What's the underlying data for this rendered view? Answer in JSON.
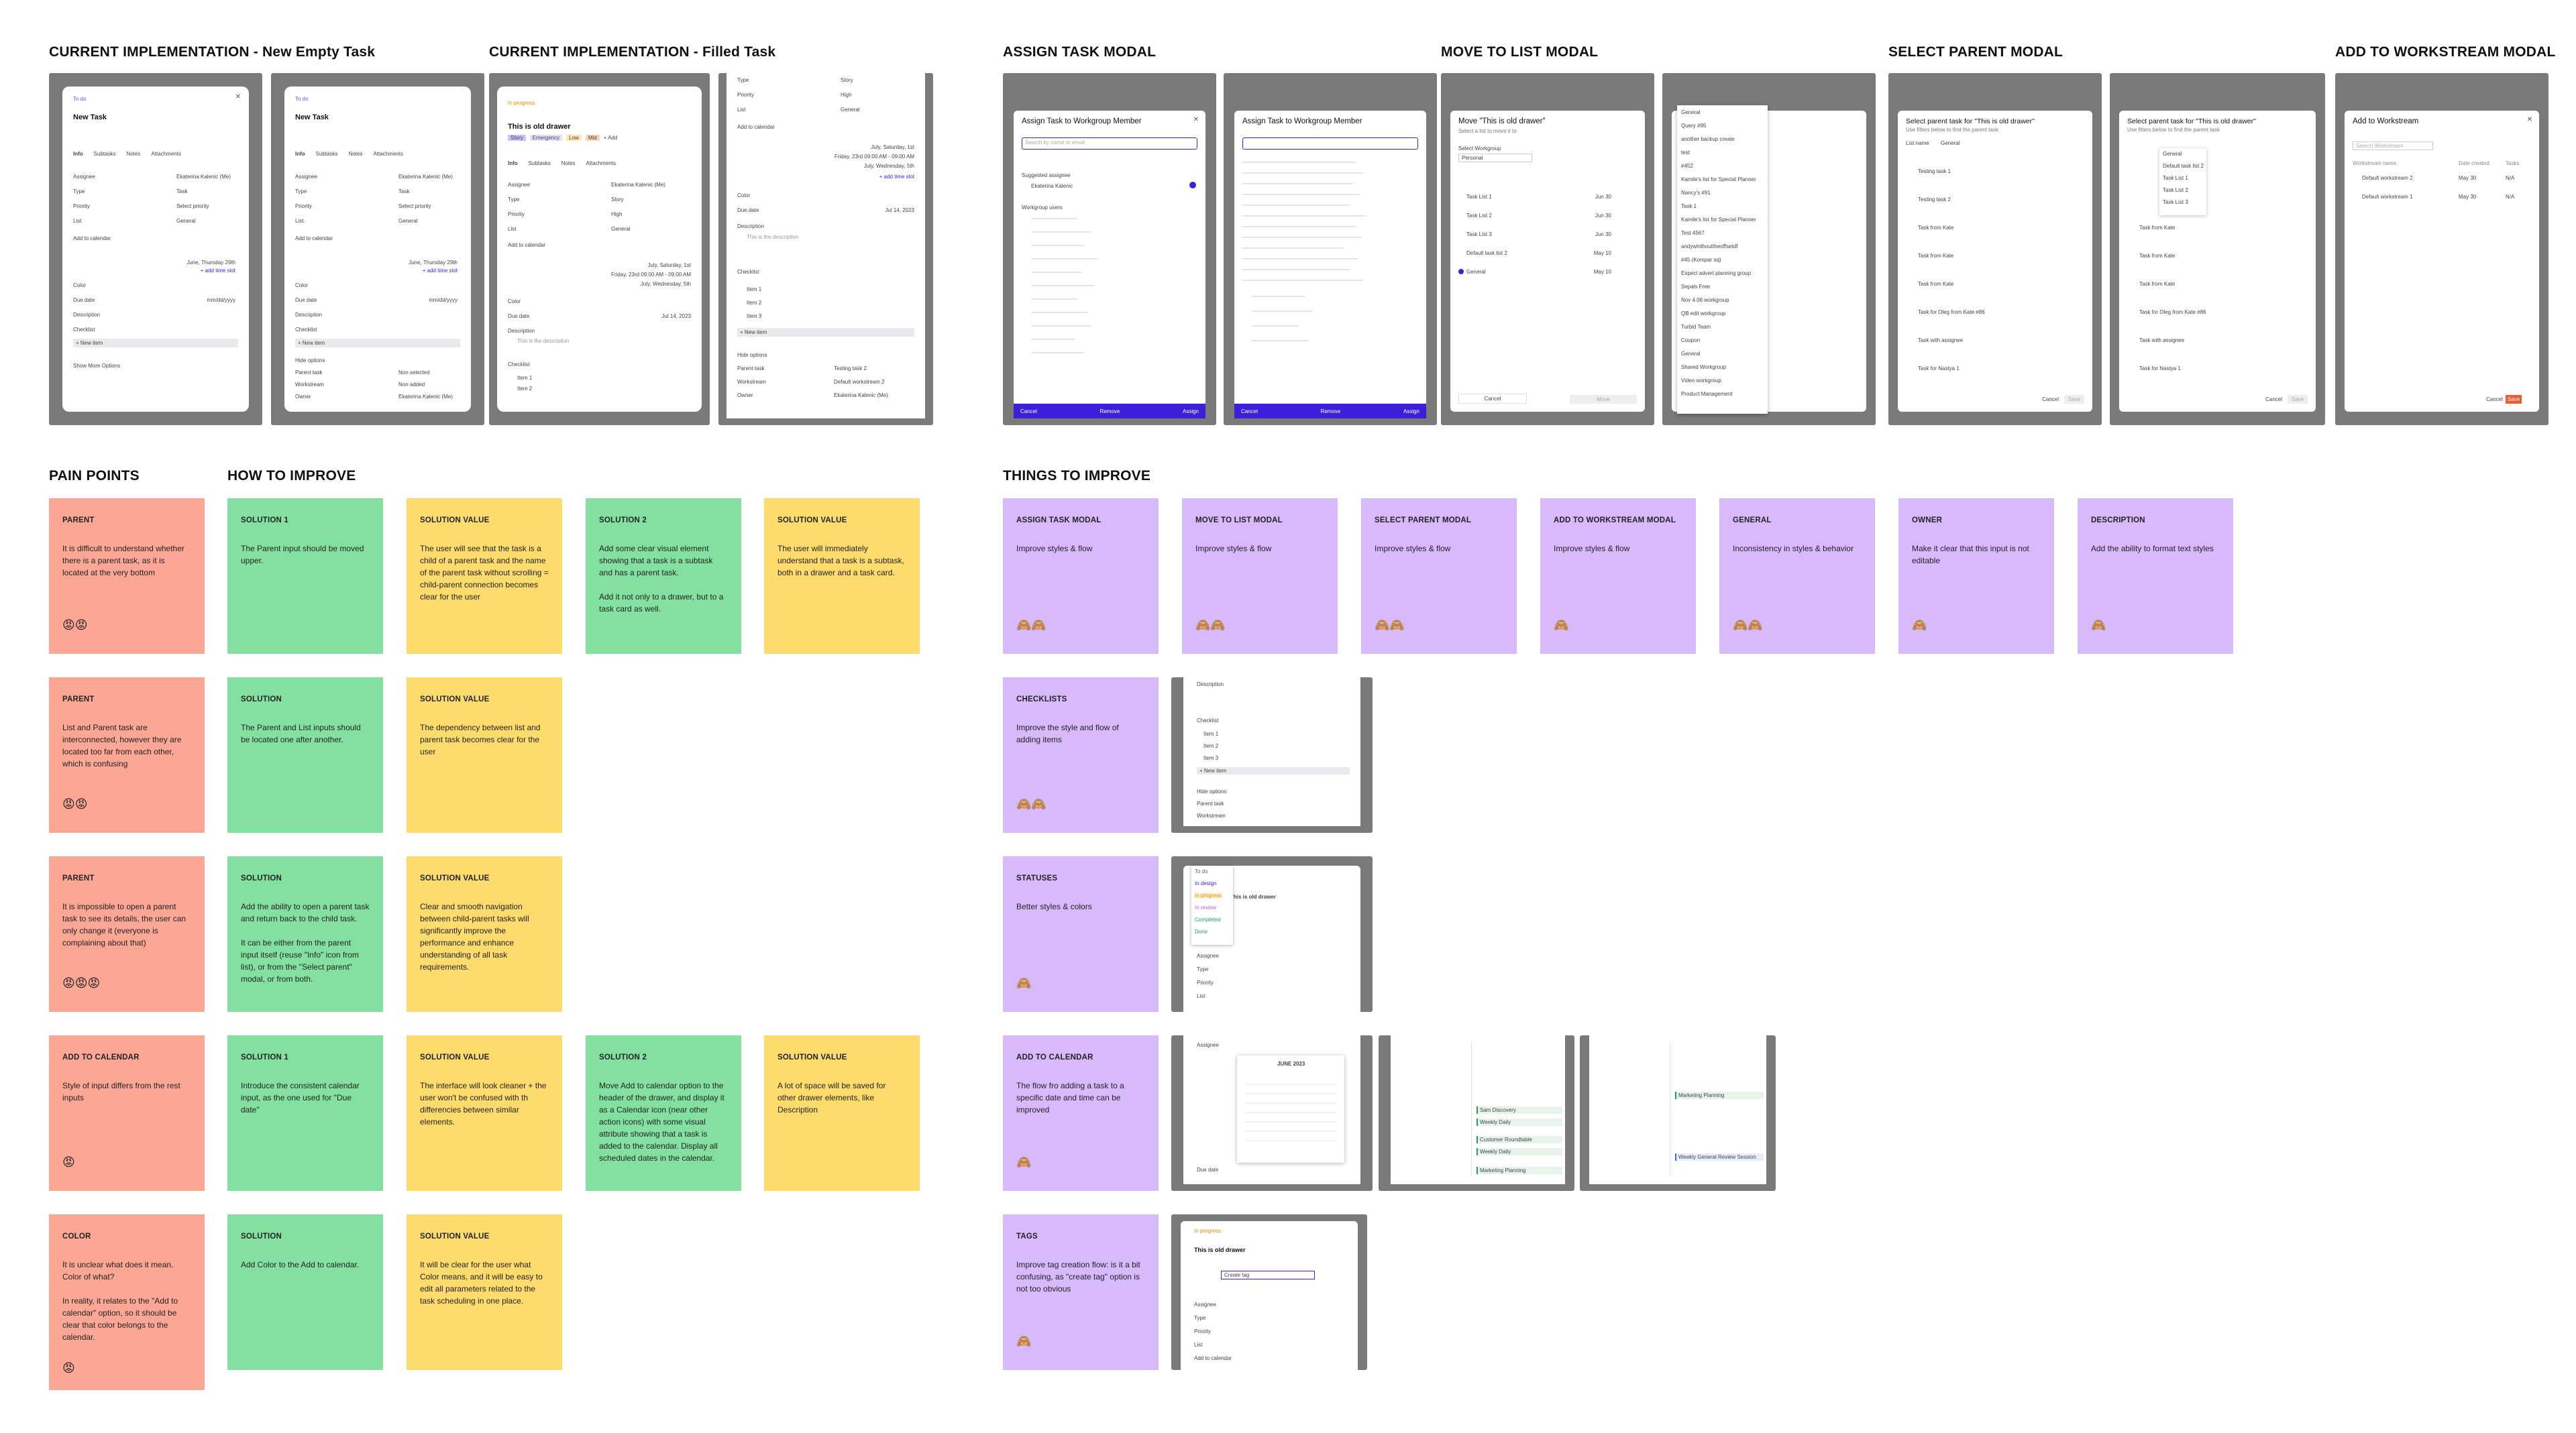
{
  "sections": {
    "current_new": "CURRENT IMPLEMENTATION - New Empty Task",
    "current_filled": "CURRENT IMPLEMENTATION - Filled Task",
    "assign": "ASSIGN TASK MODAL",
    "move": "MOVE TO LIST MODAL",
    "select_parent": "SELECT PARENT MODAL",
    "add_ws": "ADD TO WORKSTREAM MODAL",
    "pain_points": "PAIN POINTS",
    "how_to_improve": "HOW TO IMPROVE",
    "things_to_improve": "THINGS TO IMPROVE"
  },
  "screens": {
    "new_task": {
      "status": "To do",
      "title": "New Task",
      "tabs": [
        "Info",
        "Subtasks",
        "Notes",
        "Attachments"
      ],
      "fields": [
        {
          "label": "Assignee",
          "value": "Ekaterina Kalenic (Me)"
        },
        {
          "label": "Type",
          "value": "Task"
        },
        {
          "label": "Priority",
          "value": "Select priority"
        },
        {
          "label": "List",
          "value": "General"
        }
      ],
      "add_calendar": "Add to calendar",
      "date_text": "June, Thursday 29th",
      "add_time": "+ add time slot",
      "color": "Color",
      "due_date": "Due date",
      "due_value": "mm/dd/yyyy",
      "description": "Description",
      "checklist": "Checklist",
      "new_item": "+ New item",
      "show_more": "Show More Options",
      "hide_options": "Hide options",
      "parent_task": "Parent task",
      "parent_value": "Non selected",
      "workstream": "Workstream",
      "ws_value": "Non added",
      "owner": "Owner",
      "owner_value": "Ekaterina Kalenic (Me)"
    },
    "filled": {
      "status": "In progress",
      "title": "This is old drawer",
      "tags": [
        "Story",
        "Emergency",
        "Low",
        "Mid",
        "+ Add"
      ],
      "type_value": "Story",
      "priority_value": "High",
      "list_value": "General",
      "dates": [
        "July, Saturday, 1st",
        "Friday, 23rd 09:00 AM - 09:00 AM",
        "July, Wednesday, 5th"
      ],
      "due_value": "Jul 14, 2023",
      "desc_placeholder": "This is the description",
      "items": [
        "Item 1",
        "Item 2",
        "Item 3"
      ],
      "parent_value": "Testing task 2",
      "ws_value": "Default workstream 2"
    }
  },
  "modals": {
    "assign": {
      "title": "Assign Task to Workgroup Member",
      "search_placeholder": "Search by name or email",
      "suggested": "Suggested assignee",
      "suggested_name": "Ekaterina Kalenic",
      "workgroup": "Workgroup users",
      "cancel": "Cancel",
      "remove": "Remove",
      "assign": "Assign"
    },
    "move": {
      "title": "Move \"This is old drawer\"",
      "subtitle": "Select a list to move it to",
      "ws_label": "Select Workgroup",
      "ws_value": "Personal",
      "lists": [
        "Task List 1",
        "Task List 2",
        "Task List 3",
        "Default task list 2",
        "General"
      ],
      "dates": [
        "Jun 30",
        "Jun 30",
        "Jun 30",
        "May 10",
        "May 10"
      ],
      "cancel": "Cancel",
      "move": "Move",
      "dropdown": [
        "General",
        "Query #95",
        "another backup create",
        "test",
        "#452",
        "Kamile's list for Special Planner",
        "Nancy's #91",
        "Task 1",
        "Kamile's list for Special Planner",
        "Test 4567",
        "andywhithouttheoffsetdf",
        "#45 (Kompar sq)",
        "Expect advert planning group",
        "Sepals Free",
        "Nov 4.06 workgroup",
        "QB edit workgroup",
        "Turbid Team",
        "Coupon",
        "General",
        "Shared Workgroup",
        "Video workgroup",
        "Product Management"
      ]
    },
    "select_parent": {
      "title": "Select parent task for \"This is old drawer\"",
      "subtitle": "Use filters below to find the parent task",
      "list_label": "List name",
      "list_value": "General",
      "tasks": [
        "Testing task 1",
        "Testing task 2",
        "Task from Kate",
        "Task from Kate",
        "Task from Kate",
        "Task for Oleg from Kate #86",
        "Task with assignee",
        "Task for Nastya 1"
      ],
      "dropdown": [
        "General",
        "Default task list 2",
        "Task List 1",
        "Task List 2",
        "Task List 3"
      ],
      "cancel": "Cancel",
      "save": "Save"
    },
    "add_ws": {
      "title": "Add to Workstream",
      "search_placeholder": "Search Workstream",
      "cols": [
        "Workstream name",
        "Date created",
        "Tasks"
      ],
      "rows": [
        [
          "Default workstream 2",
          "May 30",
          "N/A"
        ],
        [
          "Default workstream 1",
          "May 30",
          "N/A"
        ]
      ],
      "cancel": "Cancel",
      "save": "Save"
    }
  },
  "pain_points": [
    {
      "h": "PARENT",
      "b": "It is difficult to understand whether there is a parent task, as it is located at the very bottom",
      "e": "😡😡"
    },
    {
      "h": "PARENT",
      "b": "List and Parent task are interconnected, however they are located too far from each other, which is confusing",
      "e": "😡😡"
    },
    {
      "h": "PARENT",
      "b": "It is impossible to open a parent task to see its details, the user can only change it (everyone is complaining about that)",
      "e": "😡😡😡"
    },
    {
      "h": "ADD TO CALENDAR",
      "b": "Style of input differs from the rest inputs",
      "e": "😡"
    },
    {
      "h": "COLOR",
      "b": "It is unclear what does it mean. Color of what?\n\nIn reality, it relates to the \"Add to calendar\" option, so it should be clear that color belongs to the calendar.",
      "e": "😡"
    }
  ],
  "solutions": [
    {
      "h": "SOLUTION 1",
      "b": "The Parent input should be moved upper."
    },
    {
      "h": "SOLUTION",
      "b": "The Parent and List inputs should be located one after another."
    },
    {
      "h": "SOLUTION",
      "b": "Add the ability to open a parent task and return back to the child task.\n\nIt can be either from the parent input itself (reuse \"Info\" icon from list), or from the \"Select parent\" modal, or from both."
    },
    {
      "h": "SOLUTION 1",
      "b": "Introduce the consistent calendar input, as the one used for \"Due date\""
    },
    {
      "h": "SOLUTION",
      "b": "Add Color to the Add to calendar."
    }
  ],
  "values": [
    {
      "h": "SOLUTION VALUE",
      "b": "The user will see that the task is a child of a parent task and the name of the parent task without scrolling = child-parent connection becomes clear for the user"
    },
    {
      "h": "SOLUTION VALUE",
      "b": "The dependency between list and parent task becomes clear for the user"
    },
    {
      "h": "SOLUTION VALUE",
      "b": "Clear and smooth navigation between child-parent tasks will significantly improve the performance and enhance understanding of all task requirements."
    },
    {
      "h": "SOLUTION VALUE",
      "b": "The interface will look cleaner + the user won't be confused with th differencies between similar elements."
    },
    {
      "h": "SOLUTION VALUE",
      "b": "It will be clear for the user what Color means, and it will be easy to edit all parameters related to the task scheduling in one place."
    }
  ],
  "solutions2": [
    {
      "h": "SOLUTION 2",
      "b": "Add some clear visual element showing that a task is a subtask and has a parent task.\n\nAdd it not only to a drawer, but to a task card as well."
    },
    {
      "h": "SOLUTION 2",
      "b": "Move Add to calendar option to the header of the drawer, and display it as a Calendar icon (near other action icons) with some visual attribute showing that a task is added to the calendar. Display all scheduled dates in the calendar."
    }
  ],
  "values2": [
    {
      "h": "SOLUTION VALUE",
      "b": "The user will immediately understand that a task is a subtask, both in a drawer and a task card."
    },
    {
      "h": "SOLUTION VALUE",
      "b": "A lot of space will be saved for other drawer elements, like Description"
    }
  ],
  "improve_top": [
    {
      "h": "ASSIGN TASK MODAL",
      "b": "Improve styles & flow",
      "e": "🙈🙈"
    },
    {
      "h": "MOVE TO LIST MODAL",
      "b": "Improve styles & flow",
      "e": "🙈🙈"
    },
    {
      "h": "SELECT PARENT MODAL",
      "b": "Improve styles & flow",
      "e": "🙈🙈"
    },
    {
      "h": "ADD TO WORKSTREAM MODAL",
      "b": "Improve styles & flow",
      "e": "🙈"
    },
    {
      "h": "GENERAL",
      "b": "Inconsistency in styles & behavior",
      "e": "🙈🙈"
    },
    {
      "h": "OWNER",
      "b": "Make it clear that this input is not editable",
      "e": "🙈"
    },
    {
      "h": "DESCRIPTION",
      "b": "Add the ability to format text styles",
      "e": "🙈"
    }
  ],
  "improve_side": [
    {
      "h": "CHECKLISTS",
      "b": "Improve the style and flow of adding items",
      "e": "🙈🙈"
    },
    {
      "h": "STATUSES",
      "b": "Better styles & colors",
      "e": "🙈"
    },
    {
      "h": "ADD TO CALENDAR",
      "b": "The flow fro adding a task to a specific date and time can be improved",
      "e": "🙈"
    },
    {
      "h": "TAGS",
      "b": "Improve tag creation flow: is it a bit confusing, as \"create tag\" option is not too obvious",
      "e": "🙈"
    }
  ],
  "thumbs": {
    "checklist_items": [
      "Description",
      "Checklist",
      "Item 1",
      "Item 2",
      "Item 3",
      "+ New item",
      "Hide options",
      "Parent task",
      "Workstream"
    ],
    "status_items": [
      "To do",
      "In design",
      "In progress",
      "In review",
      "Completed",
      "Done"
    ],
    "calendar_month": "JUNE 2023",
    "calendar_events": [
      "Sam Discovery",
      "Weekly Daily",
      "Customer Roundtable",
      "Weekly Daily",
      "Marketing Planning",
      "Weekly General Review Session"
    ],
    "tag_title": "This is old drawer",
    "tag_input": "Create tag"
  },
  "colors": {
    "red": "#fca796",
    "green": "#84e0a0",
    "yellow": "#fddb6d",
    "purple": "#d8b9fb",
    "accent": "#3d1fd8",
    "frame": "#7a7a7a"
  }
}
